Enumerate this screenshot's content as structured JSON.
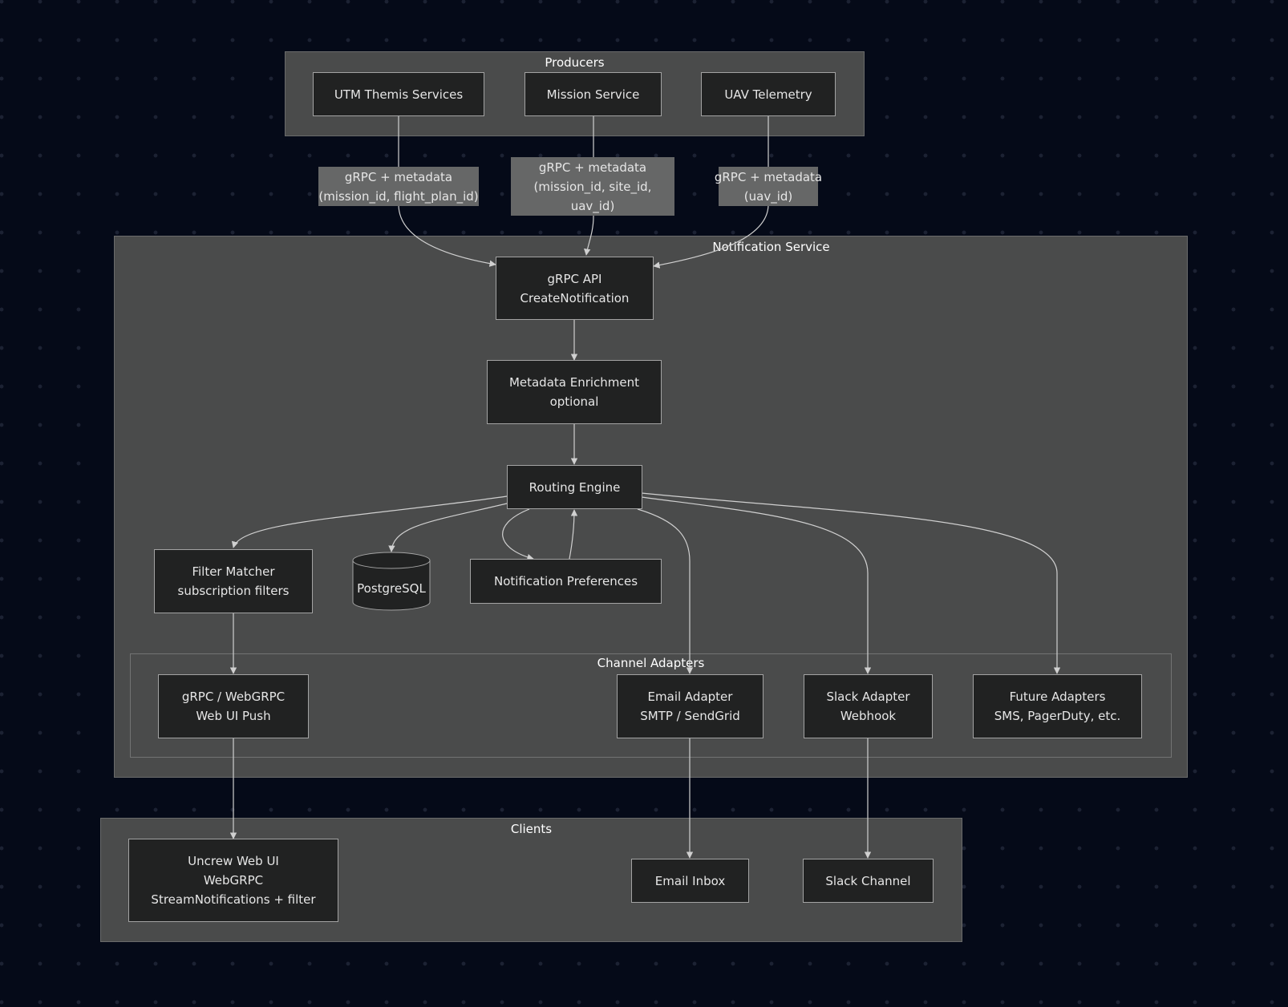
{
  "groups": {
    "producers": "Producers",
    "notification_service": "Notification Service",
    "channel_adapters": "Channel Adapters",
    "clients": "Clients"
  },
  "nodes": {
    "utm_themis": [
      "UTM Themis Services"
    ],
    "mission_service": [
      "Mission Service"
    ],
    "uav_telemetry": [
      "UAV Telemetry"
    ],
    "grpc_api": [
      "gRPC API",
      "CreateNotification"
    ],
    "metadata_enrichment": [
      "Metadata Enrichment",
      "optional"
    ],
    "routing_engine": [
      "Routing Engine"
    ],
    "filter_matcher": [
      "Filter Matcher",
      "subscription filters"
    ],
    "postgresql": "PostgreSQL",
    "notification_preferences": [
      "Notification Preferences"
    ],
    "grpc_webgrpc": [
      "gRPC / WebGRPC",
      "Web UI Push"
    ],
    "email_adapter": [
      "Email Adapter",
      "SMTP / SendGrid"
    ],
    "slack_adapter": [
      "Slack Adapter",
      "Webhook"
    ],
    "future_adapters": [
      "Future Adapters",
      "SMS, PagerDuty, etc."
    ],
    "uncrew_web_ui": [
      "Uncrew Web UI",
      "WebGRPC",
      "StreamNotifications + filter"
    ],
    "email_inbox": [
      "Email Inbox"
    ],
    "slack_channel": [
      "Slack Channel"
    ]
  },
  "edge_labels": {
    "utm_to_api": [
      "gRPC + metadata",
      "(mission_id, flight_plan_id)"
    ],
    "mission_to_api": [
      "gRPC + metadata",
      "(mission_id, site_id,",
      "uav_id)"
    ],
    "uav_to_api": [
      "gRPC + metadata",
      "(uav_id)"
    ]
  },
  "colors": {
    "background": "#050a18",
    "group_fill": "#4a4b4b",
    "node_fill": "#212222",
    "node_border": "#a3a3a3",
    "edge": "#d0d0d0",
    "label_fill": "#666767"
  }
}
